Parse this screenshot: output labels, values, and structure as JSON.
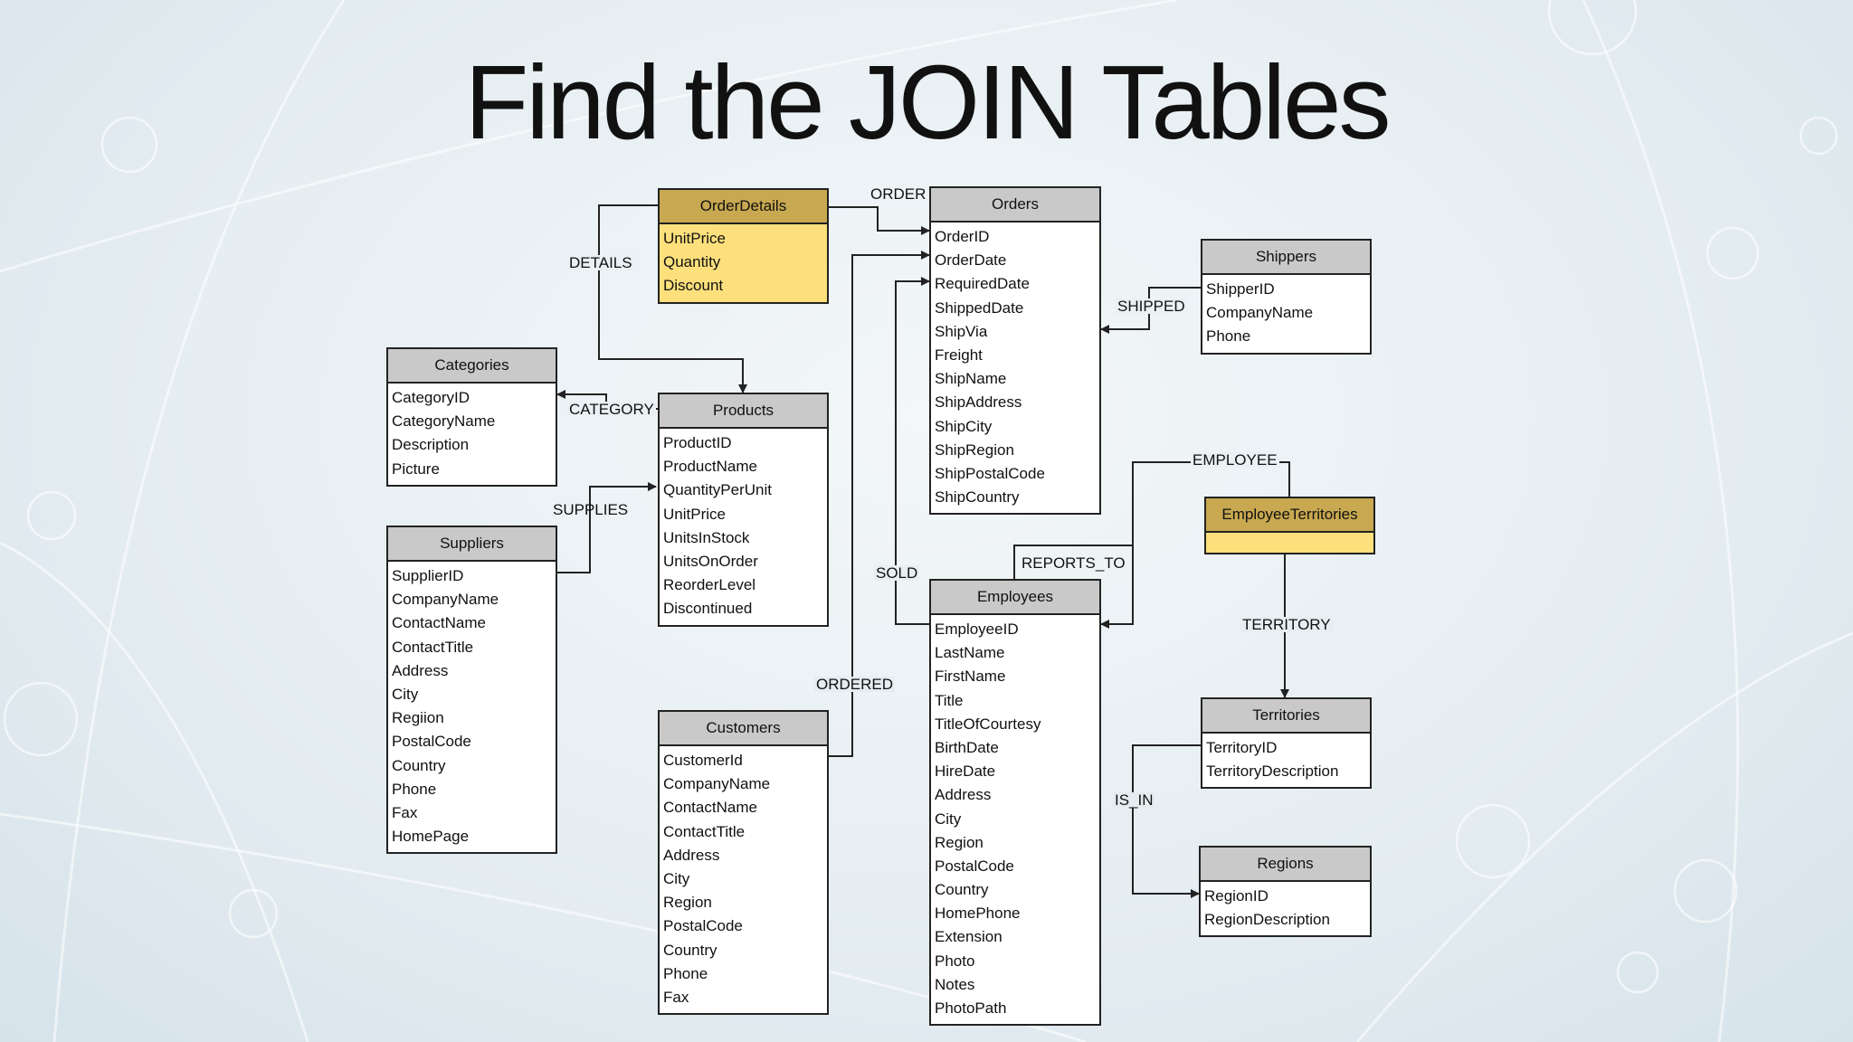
{
  "slide": {
    "title": "Find the JOIN Tables"
  },
  "colors": {
    "entity_header": "#c9c9c9",
    "join_header": "#c8a850",
    "join_body": "#fde07c",
    "line": "#222222"
  },
  "entities": {
    "orderdetails": {
      "name": "OrderDetails",
      "fields": [
        "UnitPrice",
        "Quantity",
        "Discount"
      ]
    },
    "orders": {
      "name": "Orders",
      "fields": [
        "OrderID",
        "OrderDate",
        "RequiredDate",
        "ShippedDate",
        "ShipVia",
        "Freight",
        "ShipName",
        "ShipAddress",
        "ShipCity",
        "ShipRegion",
        "ShipPostalCode",
        "ShipCountry"
      ]
    },
    "shippers": {
      "name": "Shippers",
      "fields": [
        "ShipperID",
        "CompanyName",
        "Phone"
      ]
    },
    "categories": {
      "name": "Categories",
      "fields": [
        "CategoryID",
        "CategoryName",
        "Description",
        "Picture"
      ]
    },
    "products": {
      "name": "Products",
      "fields": [
        "ProductID",
        "ProductName",
        "QuantityPerUnit",
        "UnitPrice",
        "UnitsInStock",
        "UnitsOnOrder",
        "ReorderLevel",
        "Discontinued"
      ]
    },
    "suppliers": {
      "name": "Suppliers",
      "fields": [
        "SupplierID",
        "CompanyName",
        "ContactName",
        "ContactTitle",
        "Address",
        "City",
        "Regiion",
        "PostalCode",
        "Country",
        "Phone",
        "Fax",
        "HomePage"
      ]
    },
    "employeeterritories": {
      "name": "EmployeeTerritories",
      "fields": []
    },
    "employees": {
      "name": "Employees",
      "fields": [
        "EmployeeID",
        "LastName",
        "FirstName",
        "Title",
        "TitleOfCourtesy",
        "BirthDate",
        "HireDate",
        "Address",
        "City",
        "Region",
        "PostalCode",
        "Country",
        "HomePhone",
        "Extension",
        "Photo",
        "Notes",
        "PhotoPath"
      ]
    },
    "customers": {
      "name": "Customers",
      "fields": [
        "CustomerId",
        "CompanyName",
        "ContactName",
        "ContactTitle",
        "Address",
        "City",
        "Region",
        "PostalCode",
        "Country",
        "Phone",
        "Fax"
      ]
    },
    "territories": {
      "name": "Territories",
      "fields": [
        "TerritoryID",
        "TerritoryDescription"
      ]
    },
    "regions": {
      "name": "Regions",
      "fields": [
        "RegionID",
        "RegionDescription"
      ]
    }
  },
  "relationships": {
    "order": "ORDER",
    "details": "DETAILS",
    "shipped": "SHIPPED",
    "category": "CATEGORY",
    "supplies": "SUPPLIES",
    "employee": "EMPLOYEE",
    "reports_to": "REPORTS_TO",
    "sold": "SOLD",
    "territory": "TERRITORY",
    "ordered": "ORDERED",
    "is_in": "IS_IN"
  }
}
